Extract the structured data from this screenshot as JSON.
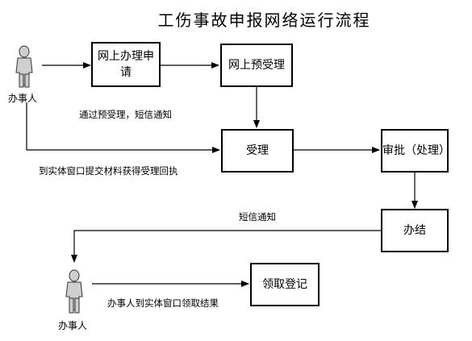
{
  "title": "工伤事故申报网络运行流程",
  "actors": {
    "top": "办事人",
    "bottom": "办事人"
  },
  "boxes": {
    "online_apply": "网上办理申请",
    "online_prereview": "网上预受理",
    "accept": "受理",
    "approve": "审批（处理）",
    "conclude": "办结",
    "collect_register": "领取登记"
  },
  "labels": {
    "sms_prereview": "通过预受理，短信通知",
    "window_submit": "到实体窗口提交材料获得受理回执",
    "sms_notify": "短信通知",
    "collect_result": "办事人到实体窗口领取结果"
  }
}
